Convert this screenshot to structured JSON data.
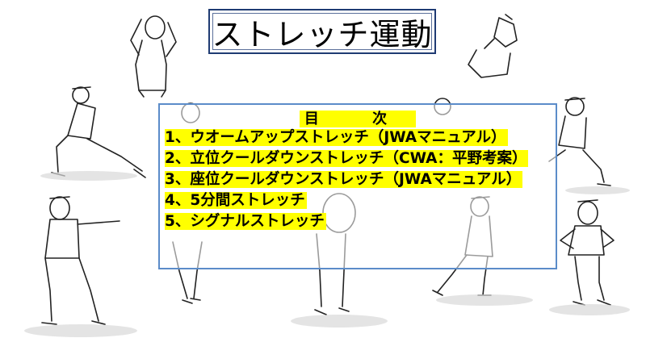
{
  "title": "ストレッチ運動",
  "toc": {
    "heading": "目 次",
    "items": [
      "1、ウオームアップストレッチ（JWAマニュアル）",
      "2、立位クールダウンストレッチ（CWA：平野考案）",
      "3、座位クールダウンストレッチ（JWAマニュアル）",
      "4、5分間ストレッチ",
      "5、シグナルストレッチ"
    ]
  },
  "colors": {
    "highlight": "#ffff00",
    "toc_border": "#5b8cc9",
    "title_border": "#1f3b73"
  }
}
